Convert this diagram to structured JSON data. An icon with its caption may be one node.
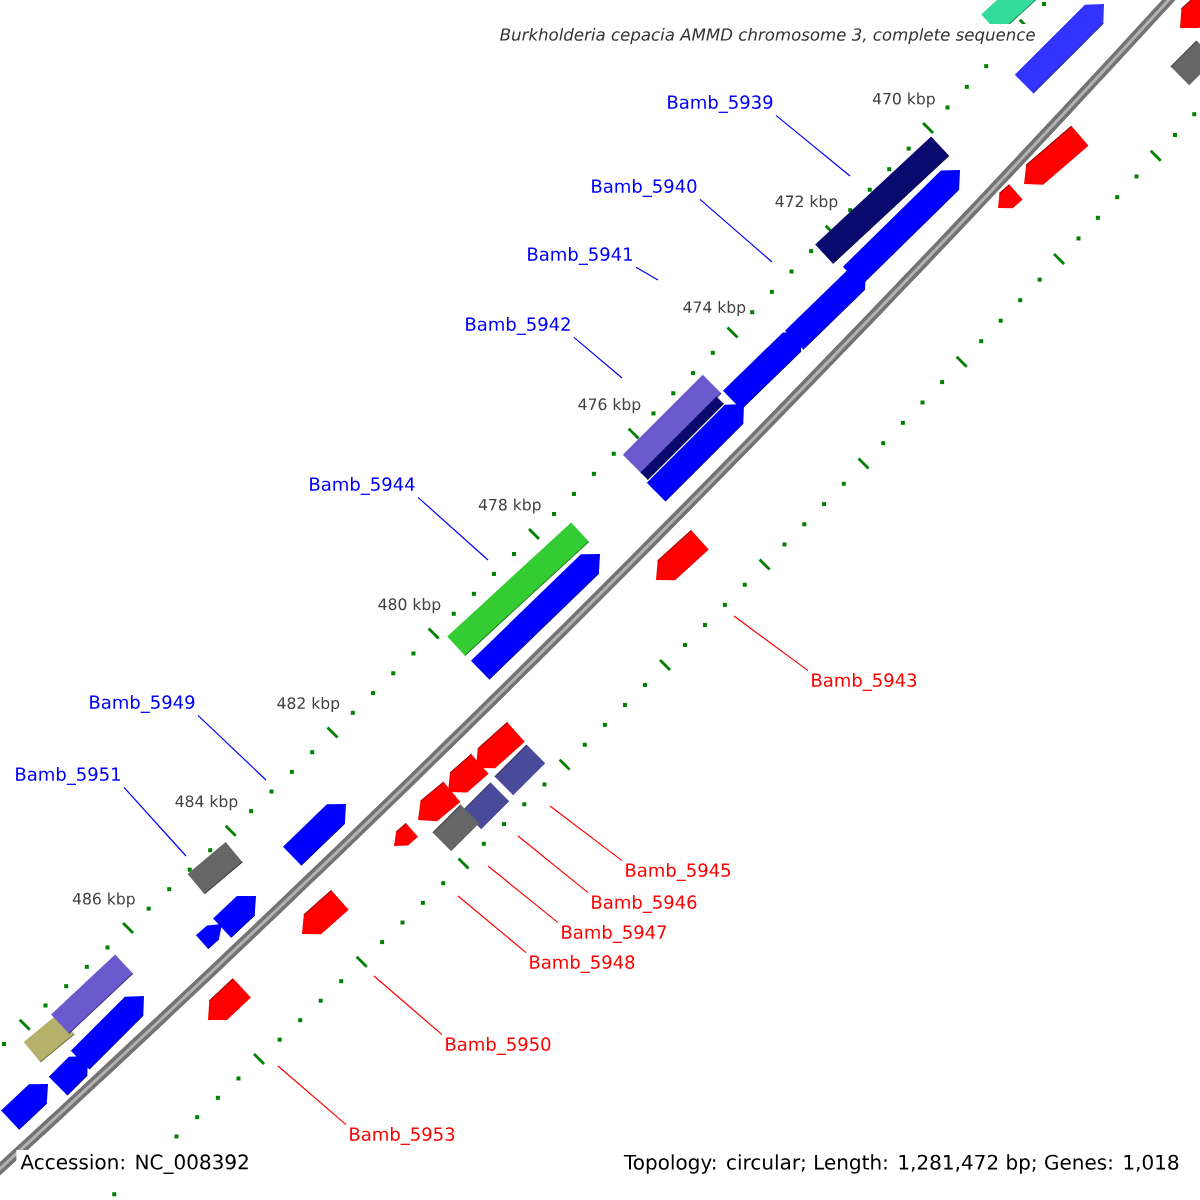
{
  "diagram": {
    "title": "Burkholderia cepacia AMMD chromosome 3, complete sequence",
    "nodes": [
      {
        "text": [
          "Bamb_5939"
        ]
      },
      {
        "text": [
          "Bamb_5940"
        ]
      },
      {
        "text": [
          "Bamb_5941"
        ]
      },
      {
        "text": [
          "Bamb_5942"
        ]
      },
      {
        "text": [
          "Bamb_5944"
        ]
      },
      {
        "text": [
          "Bamb_5943"
        ]
      },
      {
        "text": [
          "Bamb_5949"
        ]
      },
      {
        "text": [
          "Bamb_5951"
        ]
      },
      {
        "text": [
          "Bamb_5945"
        ]
      },
      {
        "text": [
          "Bamb_5946"
        ]
      },
      {
        "text": [
          "Bamb_5947"
        ]
      },
      {
        "text": [
          "Bamb_5948"
        ]
      },
      {
        "text": [
          "Bamb_5950"
        ]
      },
      {
        "text": [
          "Bamb_5953"
        ]
      }
    ],
    "edges": [
      {
        "from": 0,
        "to": null,
        "arrow": "none",
        "color": "#0000ff"
      },
      {
        "from": 1,
        "to": null,
        "arrow": "none",
        "color": "#0000ff"
      },
      {
        "from": 2,
        "to": null,
        "arrow": "none",
        "color": "#0000ff"
      },
      {
        "from": 3,
        "to": null,
        "arrow": "none",
        "color": "#0000ff"
      },
      {
        "from": 4,
        "to": null,
        "arrow": "none",
        "color": "#0000ff"
      },
      {
        "from": 5,
        "to": null,
        "arrow": "none",
        "color": "#ff0000"
      },
      {
        "from": 6,
        "to": null,
        "arrow": "none",
        "color": "#0000ff"
      },
      {
        "from": 7,
        "to": null,
        "arrow": "none",
        "color": "#0000ff"
      },
      {
        "from": 8,
        "to": null,
        "arrow": "none",
        "color": "#ff0000"
      },
      {
        "from": 9,
        "to": null,
        "arrow": "none",
        "color": "#ff0000"
      },
      {
        "from": 10,
        "to": null,
        "arrow": "none",
        "color": "#ff0000"
      },
      {
        "from": 11,
        "to": null,
        "arrow": "none",
        "color": "#ff0000"
      },
      {
        "from": 12,
        "to": null,
        "arrow": "none",
        "color": "#ff0000"
      },
      {
        "from": 13,
        "to": null,
        "arrow": "none",
        "color": "#ff0000"
      }
    ],
    "labels": [
      "470 kbp",
      "472 kbp",
      "474 kbp",
      "476 kbp",
      "478 kbp",
      "480 kbp",
      "482 kbp",
      "484 kbp",
      "486 kbp",
      "Accession: NC_008392",
      "Topology: circular; Length: 1,281,472 bp; Genes: 1,018"
    ]
  }
}
